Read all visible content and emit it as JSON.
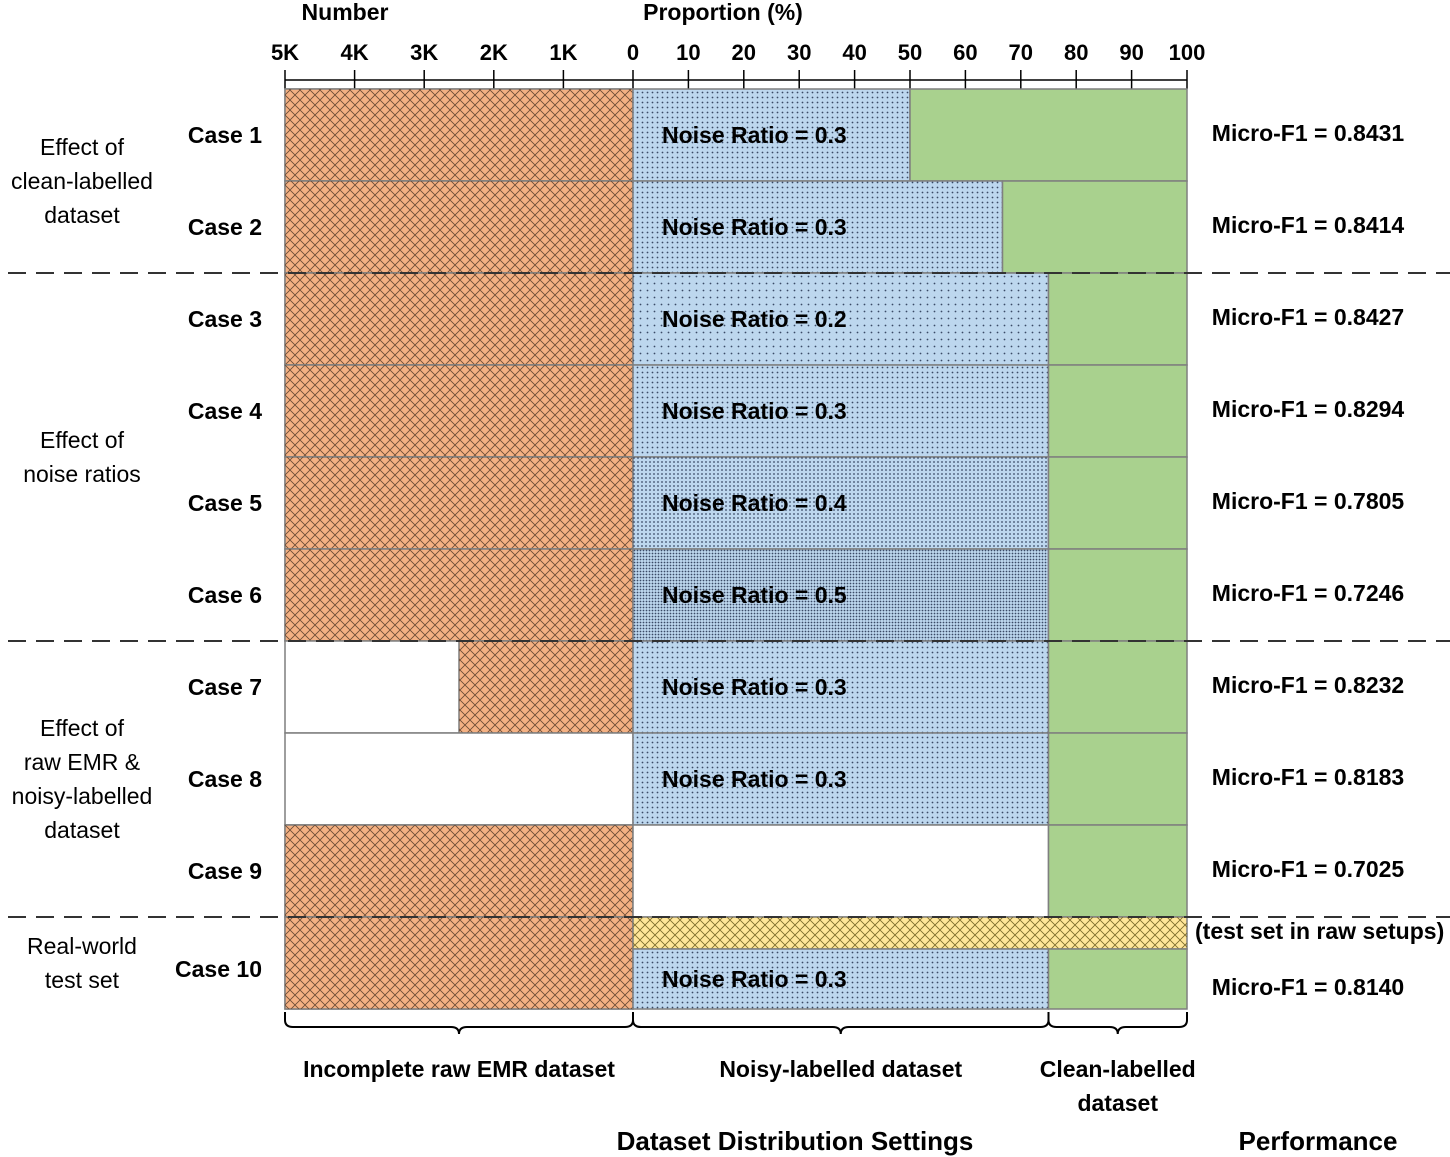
{
  "chart_data": {
    "type": "bar",
    "left_axis": {
      "label": "Number",
      "ticks": [
        "5K",
        "4K",
        "3K",
        "2K",
        "1K",
        "0"
      ],
      "range": [
        5000,
        0
      ]
    },
    "right_axis": {
      "label": "Proportion (%)",
      "ticks": [
        "0",
        "10",
        "20",
        "30",
        "40",
        "50",
        "60",
        "70",
        "80",
        "90",
        "100"
      ],
      "range": [
        0,
        100
      ]
    },
    "groups": [
      {
        "label": [
          "Effect of",
          "clean-labelled",
          "dataset"
        ],
        "cases": [
          1,
          2
        ]
      },
      {
        "label": [
          "Effect of",
          "noise ratios"
        ],
        "cases": [
          3,
          4,
          5,
          6
        ]
      },
      {
        "label": [
          "Effect of",
          "raw EMR &",
          "noisy-labelled",
          "dataset"
        ],
        "cases": [
          7,
          8,
          9
        ]
      },
      {
        "label": [
          "Real-world",
          "test set"
        ],
        "cases": [
          10
        ]
      }
    ],
    "cases": [
      {
        "label": "Case 1",
        "raw_emr_number": 5000,
        "noisy_pct": 50,
        "clean_pct": 50,
        "noise_label": "Noise Ratio = 0.3",
        "noise_ratio": 0.3,
        "performance": "Micro-F1 = 0.8431"
      },
      {
        "label": "Case 2",
        "raw_emr_number": 5000,
        "noisy_pct": 66.7,
        "clean_pct": 33.3,
        "noise_label": "Noise Ratio = 0.3",
        "noise_ratio": 0.3,
        "performance": "Micro-F1 = 0.8414"
      },
      {
        "label": "Case 3",
        "raw_emr_number": 5000,
        "noisy_pct": 75,
        "clean_pct": 25,
        "noise_label": "Noise Ratio = 0.2",
        "noise_ratio": 0.2,
        "performance": "Micro-F1 = 0.8427"
      },
      {
        "label": "Case 4",
        "raw_emr_number": 5000,
        "noisy_pct": 75,
        "clean_pct": 25,
        "noise_label": "Noise Ratio = 0.3",
        "noise_ratio": 0.3,
        "performance": "Micro-F1 = 0.8294"
      },
      {
        "label": "Case 5",
        "raw_emr_number": 5000,
        "noisy_pct": 75,
        "clean_pct": 25,
        "noise_label": "Noise Ratio = 0.4",
        "noise_ratio": 0.4,
        "performance": "Micro-F1 = 0.7805"
      },
      {
        "label": "Case 6",
        "raw_emr_number": 5000,
        "noisy_pct": 75,
        "clean_pct": 25,
        "noise_label": "Noise Ratio = 0.5",
        "noise_ratio": 0.5,
        "performance": "Micro-F1 = 0.7246"
      },
      {
        "label": "Case 7",
        "raw_emr_number": 2500,
        "noisy_pct": 75,
        "clean_pct": 25,
        "noise_label": "Noise Ratio = 0.3",
        "noise_ratio": 0.3,
        "performance": "Micro-F1 = 0.8232"
      },
      {
        "label": "Case 8",
        "raw_emr_number": 0,
        "noisy_pct": 75,
        "clean_pct": 25,
        "noise_label": "Noise Ratio = 0.3",
        "noise_ratio": 0.3,
        "performance": "Micro-F1 = 0.8183"
      },
      {
        "label": "Case 9",
        "raw_emr_number": 5000,
        "noisy_pct": 0,
        "clean_pct": 25,
        "noise_label": "",
        "noise_ratio": null,
        "performance": "Micro-F1 = 0.7025"
      },
      {
        "label": "Case 10",
        "raw_emr_number": 5000,
        "noisy_pct": 75,
        "clean_pct": 25,
        "noise_label": "Noise Ratio = 0.3",
        "noise_ratio": 0.3,
        "performance": "Micro-F1 = 0.8140",
        "test_set_pct": 100,
        "test_set_label": "(test set in raw setups)"
      }
    ],
    "dataset_braces": [
      {
        "label": [
          "Incomplete raw EMR dataset"
        ]
      },
      {
        "label": [
          "Noisy-labelled dataset"
        ]
      },
      {
        "label": [
          "Clean-labelled",
          "dataset"
        ]
      }
    ],
    "footer": {
      "left_title": "Dataset Distribution Settings",
      "right_title": "Performance"
    },
    "colors": {
      "raw_emr": "#f4b183",
      "noisy": "#bdd7ee",
      "clean": "#a9d18e",
      "test_set": "#ffe699",
      "grid": "#7f7f7f"
    }
  }
}
